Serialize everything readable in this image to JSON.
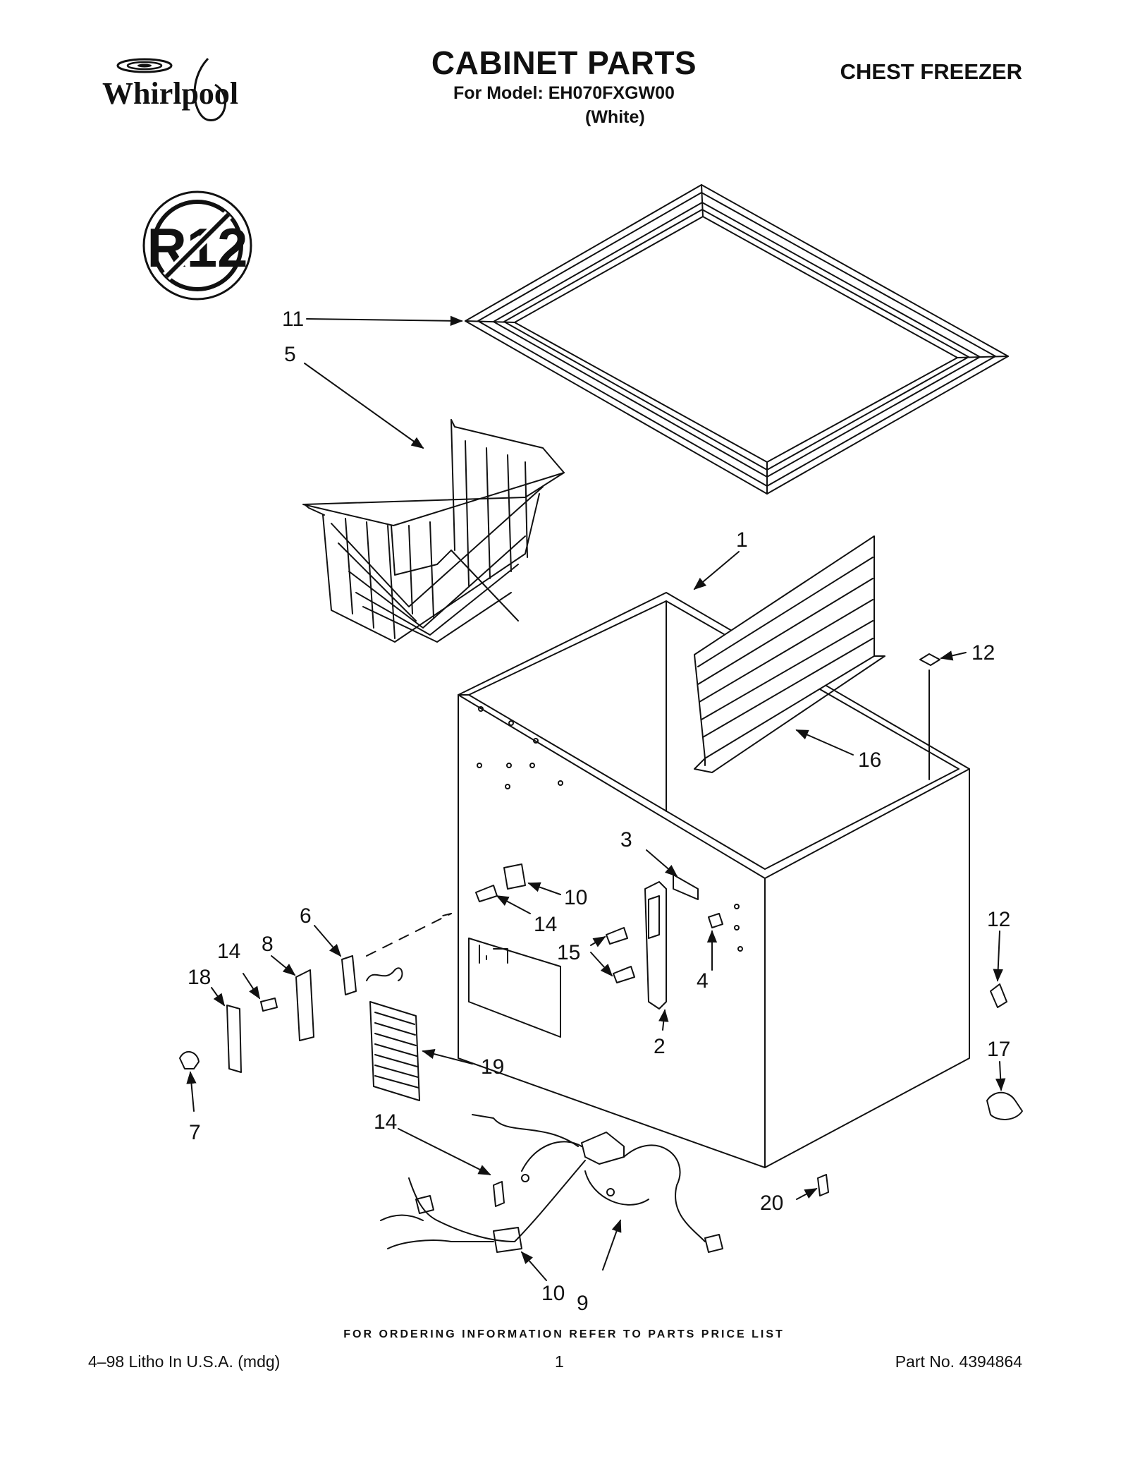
{
  "header": {
    "brand": "Whirlpool",
    "title": "CABINET PARTS",
    "model_line": "For Model: EH070FXGW00",
    "color_line": "(White)",
    "category": "CHEST FREEZER"
  },
  "badge": {
    "text": "R12"
  },
  "callouts": [
    "11",
    "5",
    "1",
    "12",
    "16",
    "3",
    "10",
    "14",
    "6",
    "8",
    "14",
    "15",
    "4",
    "18",
    "12",
    "17",
    "19",
    "2",
    "7",
    "14",
    "20",
    "10",
    "9"
  ],
  "ordering_note": "FOR ORDERING INFORMATION REFER TO PARTS PRICE LIST",
  "footer": {
    "left": "4–98 Litho In U.S.A. (mdg)",
    "center": "1",
    "right": "Part No. 4394864"
  }
}
